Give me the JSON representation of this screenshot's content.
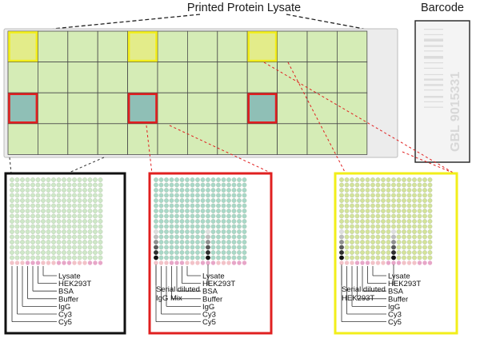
{
  "header": {
    "slide_title": "Printed Protein Lysate",
    "barcode_title": "Barcode",
    "barcode_text": "GBL 9015331"
  },
  "slide": {
    "cols": 12,
    "rows": 4,
    "pad_color": "#d5ecb6",
    "pad_border": "#4a4a4a",
    "highlight_yellow": [
      [
        0,
        0
      ],
      [
        4,
        0
      ],
      [
        8,
        0
      ]
    ],
    "highlight_red": [
      [
        0,
        2
      ],
      [
        4,
        2
      ],
      [
        8,
        2
      ]
    ],
    "yellow_fill": "#e3ec8a",
    "red_fill": "#8fbfb6"
  },
  "panels": [
    {
      "id": "black",
      "border_color": "#111111",
      "dot_color": "#cfe8c8",
      "dot_rows": 16,
      "dot_cols": 18,
      "legend": [
        "Lysate",
        "HEK293T",
        "BSA",
        "Buffer",
        "IgG",
        "Cy3",
        "Cy5"
      ],
      "side_label": []
    },
    {
      "id": "red",
      "border_color": "#e02020",
      "dot_color": "#a9d8c8",
      "dot_rows": 16,
      "dot_cols": 18,
      "legend": [
        "Lysate",
        "HEK293T",
        "BSA",
        "Buffer",
        "IgG",
        "Cy3",
        "Cy5"
      ],
      "side_label": [
        "Serial diluted",
        "IgG Mix"
      ]
    },
    {
      "id": "yellow",
      "border_color": "#f2ee1a",
      "dot_color": "#d4e39a",
      "dot_rows": 16,
      "dot_cols": 18,
      "legend": [
        "Lysate",
        "HEK293T",
        "BSA",
        "Buffer",
        "IgG",
        "Cy3",
        "Cy5"
      ],
      "side_label": [
        "Serial diluted",
        "HEK293T"
      ]
    }
  ]
}
